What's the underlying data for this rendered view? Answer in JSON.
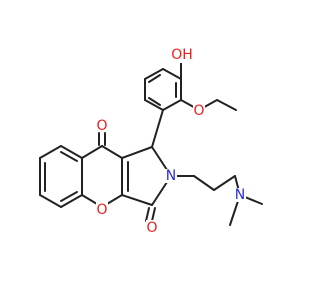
{
  "molecule": {
    "colors": {
      "bond": "#222222",
      "oxygen": "#e8211c",
      "nitrogen": "#2b2bd9",
      "background": "#ffffff"
    },
    "labels": {
      "hydroxyl": "OH",
      "methoxy_o": "O",
      "ketone_top": "O",
      "ketone_right": "O",
      "ring_o": "O",
      "ring_n": "N",
      "amine_n": "N"
    }
  }
}
